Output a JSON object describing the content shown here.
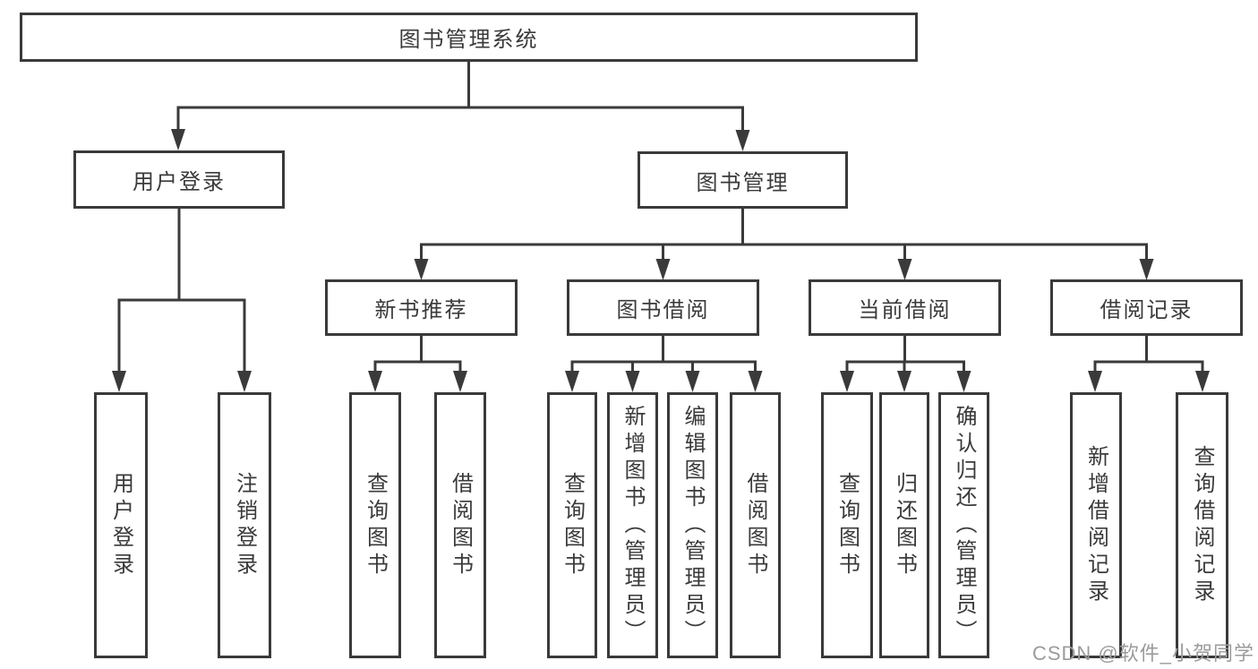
{
  "diagram": {
    "root": {
      "label": "图书管理系统",
      "children": [
        {
          "label": "用户登录",
          "children": [
            {
              "label": "用户登录"
            },
            {
              "label": "注销登录"
            }
          ]
        },
        {
          "label": "图书管理",
          "children": [
            {
              "label": "新书推荐",
              "children": [
                {
                  "label": "查询图书"
                },
                {
                  "label": "借阅图书"
                }
              ]
            },
            {
              "label": "图书借阅",
              "children": [
                {
                  "label": "查询图书"
                },
                {
                  "label": "新增图书（管理员）"
                },
                {
                  "label": "编辑图书（管理员）"
                },
                {
                  "label": "借阅图书"
                }
              ]
            },
            {
              "label": "当前借阅",
              "children": [
                {
                  "label": "查询图书"
                },
                {
                  "label": "归还图书"
                },
                {
                  "label": "确认归还（管理员）"
                }
              ]
            },
            {
              "label": "借阅记录",
              "children": [
                {
                  "label": "新增借阅记录"
                },
                {
                  "label": "查询借阅记录"
                }
              ]
            }
          ]
        }
      ]
    }
  },
  "watermark": {
    "text": "CSDN @软件_小贺同学"
  },
  "colors": {
    "line": "#3a3a3a",
    "text": "#3a3a3a",
    "box_background": "#ffffff",
    "page_background": "#ffffff",
    "watermark": "#9b9b9b"
  }
}
